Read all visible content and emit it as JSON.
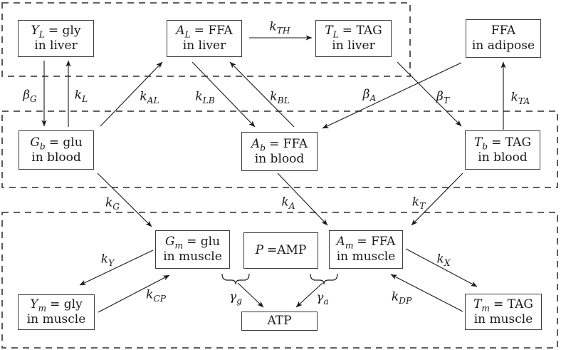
{
  "nodes": {
    "YL": {
      "line1_var": "Y",
      "line1_sub": "L",
      "line1_rest": "= gly",
      "line2": "in liver"
    },
    "AL": {
      "line1_var": "A",
      "line1_sub": "L",
      "line1_rest": "= FFA",
      "line2": "in liver"
    },
    "TL": {
      "line1_var": "T",
      "line1_sub": "L",
      "line1_rest": "= TAG",
      "line2": "in liver"
    },
    "FFA_AD": {
      "line1": "FFA",
      "line2": "in adipose"
    },
    "Gb": {
      "line1_var": "G",
      "line1_sub": "b",
      "line1_rest": "= glu",
      "line2": "in blood"
    },
    "Ab": {
      "line1_var": "A",
      "line1_sub": "b",
      "line1_rest": "= FFA",
      "line2": "in blood"
    },
    "Tb": {
      "line1_var": "T",
      "line1_sub": "b",
      "line1_rest": "= TAG",
      "line2": "in blood"
    },
    "Gm": {
      "line1_var": "G",
      "line1_sub": "m",
      "line1_rest": "= glu",
      "line2": "in muscle"
    },
    "P": {
      "line1_var": "P",
      "line1_rest": "=AMP"
    },
    "Am": {
      "line1_var": "A",
      "line1_sub": "m",
      "line1_rest": "= FFA",
      "line2": "in muscle"
    },
    "Ym": {
      "line1_var": "Y",
      "line1_sub": "m",
      "line1_rest": "= gly",
      "line2": "in muscle"
    },
    "ATP": {
      "line1": "ATP"
    },
    "Tm": {
      "line1_var": "T",
      "line1_sub": "m",
      "line1_rest": "= TAG",
      "line2": "in muscle"
    }
  },
  "rate_labels": {
    "beta_G": {
      "base": "β",
      "sub": "G"
    },
    "k_L": {
      "base": "k",
      "sub": "L"
    },
    "k_AL": {
      "base": "k",
      "sub": "AL"
    },
    "k_LB": {
      "base": "k",
      "sub": "LB"
    },
    "k_BL": {
      "base": "k",
      "sub": "BL"
    },
    "k_TH": {
      "base": "k",
      "sub": "TH"
    },
    "beta_A": {
      "base": "β",
      "sub": "A"
    },
    "beta_T": {
      "base": "β",
      "sub": "T"
    },
    "k_TA": {
      "base": "k",
      "sub": "TA"
    },
    "k_G": {
      "base": "k",
      "sub": "G"
    },
    "k_A": {
      "base": "k",
      "sub": "A"
    },
    "k_T": {
      "base": "k",
      "sub": "T"
    },
    "k_Y": {
      "base": "k",
      "sub": "Y"
    },
    "k_CP": {
      "base": "k",
      "sub": "CP"
    },
    "gamma_g": {
      "base": "γ",
      "sub": "g"
    },
    "gamma_a": {
      "base": "γ",
      "sub": "a"
    },
    "k_X": {
      "base": "k",
      "sub": "X"
    },
    "k_DP": {
      "base": "k",
      "sub": "DP"
    }
  },
  "edges": [
    {
      "from": "YL",
      "to": "Gb",
      "label": "beta_G"
    },
    {
      "from": "Gb",
      "to": "YL",
      "label": "k_L"
    },
    {
      "from": "Gb",
      "to": "AL",
      "label": "k_AL"
    },
    {
      "from": "AL",
      "to": "Ab",
      "label": "k_LB"
    },
    {
      "from": "Ab",
      "to": "AL",
      "label": "k_BL"
    },
    {
      "from": "AL",
      "to": "TL",
      "label": "k_TH"
    },
    {
      "from": "FFA_AD",
      "to": "Ab",
      "label": "beta_A"
    },
    {
      "from": "TL",
      "to": "Tb",
      "label": "beta_T"
    },
    {
      "from": "Tb",
      "to": "FFA_AD",
      "label": "k_TA"
    },
    {
      "from": "Gb",
      "to": "Gm",
      "label": "k_G"
    },
    {
      "from": "Ab",
      "to": "Am",
      "label": "k_A"
    },
    {
      "from": "Tb",
      "to": "Am",
      "label": "k_T"
    },
    {
      "from": "Gm",
      "to": "Ym",
      "label": "k_Y"
    },
    {
      "from": "Ym",
      "to": "Gm",
      "label": "k_CP"
    },
    {
      "from": "Gm+P",
      "to": "ATP",
      "label": "gamma_g"
    },
    {
      "from": "P+Am",
      "to": "ATP",
      "label": "gamma_a"
    },
    {
      "from": "Am",
      "to": "Tm",
      "label": "k_X"
    },
    {
      "from": "Tm",
      "to": "Am",
      "label": "k_DP"
    }
  ],
  "colors": {
    "line": "#1a1a1a",
    "dashed_outline": "#4a4a4a",
    "box_border": "#3c3c3c",
    "background": "#ffffff"
  }
}
